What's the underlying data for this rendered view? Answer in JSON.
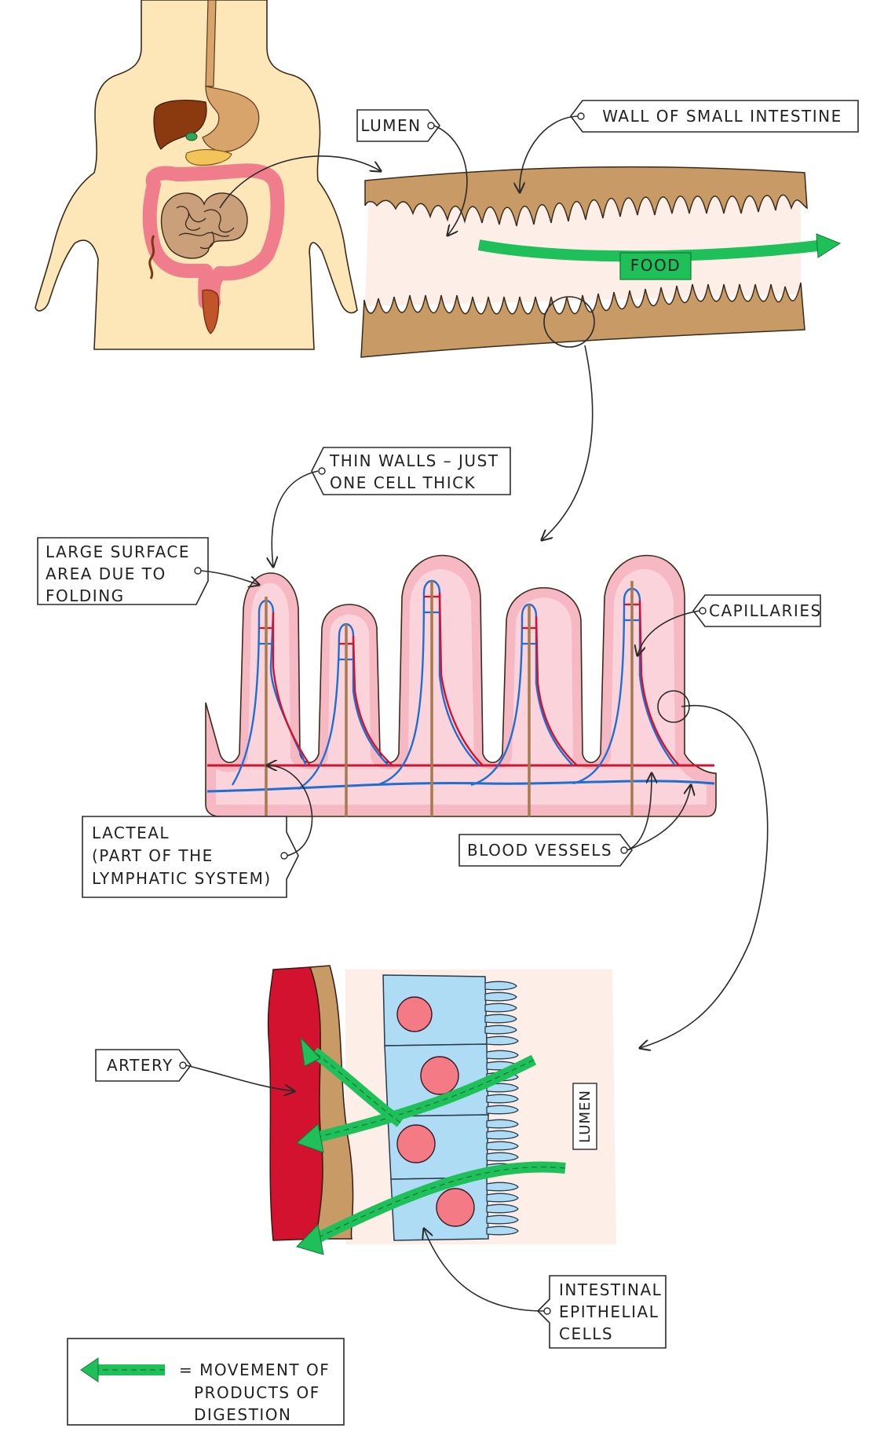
{
  "labels": {
    "lumen_top": "LUMEN",
    "wall": "WALL OF SMALL INTESTINE",
    "food": "FOOD",
    "thin_walls": [
      "THIN WALLS – JUST",
      "ONE CELL THICK"
    ],
    "large_surface": [
      "LARGE SURFACE",
      "AREA DUE TO",
      "FOLDING"
    ],
    "capillaries": "CAPILLARIES",
    "lacteal": [
      "LACTEAL",
      "(PART OF THE",
      "LYMPHATIC SYSTEM)"
    ],
    "blood_vessels": "BLOOD VESSELS",
    "artery": "ARTERY",
    "lumen_side": "LUMEN",
    "epithelial": [
      "INTESTINAL",
      "EPITHELIAL",
      "CELLS"
    ],
    "legend": [
      "= MOVEMENT OF",
      "PRODUCTS OF",
      "DIGESTION"
    ]
  },
  "colors": {
    "skin": "#fde6b8",
    "intestine_wall": "#c79a66",
    "lumen_fill": "#fdeee8",
    "food_arrow": "#1fbf5a",
    "villus_outer": "#f6b8c3",
    "villus_inner": "#fbd3da",
    "artery": "#d2122e",
    "vein": "#1f6fd1",
    "lacteal": "#a57a4f",
    "epithelial": "#aedcf5",
    "nucleus": "#f47a86",
    "large_intestine": "#f07d8c",
    "small_intestine": "#b88a5a",
    "liver": "#8b3a10",
    "stomach": "#d8a46b",
    "pancreas": "#f3c45a"
  }
}
